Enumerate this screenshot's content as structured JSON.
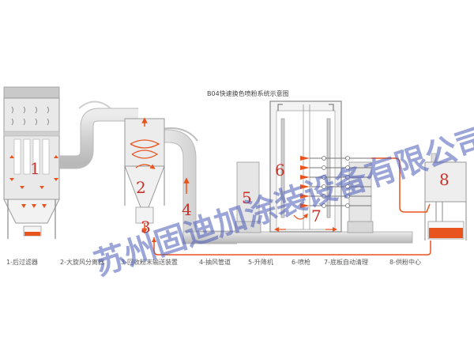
{
  "title": "B04快速换色喷粉系统示意图",
  "watermark": "苏州固迪加涂装设备有限公司",
  "components": [
    {
      "number": "1",
      "label": "1-后过滤器"
    },
    {
      "number": "2",
      "label": "2-大旋风分离器"
    },
    {
      "number": "3",
      "label": "3-回收粉末输送装置"
    },
    {
      "number": "4",
      "label": "4-抽风管道"
    },
    {
      "number": "5",
      "label": "5-升降机"
    },
    {
      "number": "6",
      "label": "6-喷枪"
    },
    {
      "number": "7",
      "label": "7-底板自动清理"
    },
    {
      "number": "8",
      "label": "8-供粉中心"
    }
  ],
  "colors": {
    "pipe": "#d8d8d8",
    "pipe_edge": "#a9a9a9",
    "powder_line": "#e8541e",
    "label_red": "#c8322a",
    "watermark": "#4a5bb8"
  }
}
